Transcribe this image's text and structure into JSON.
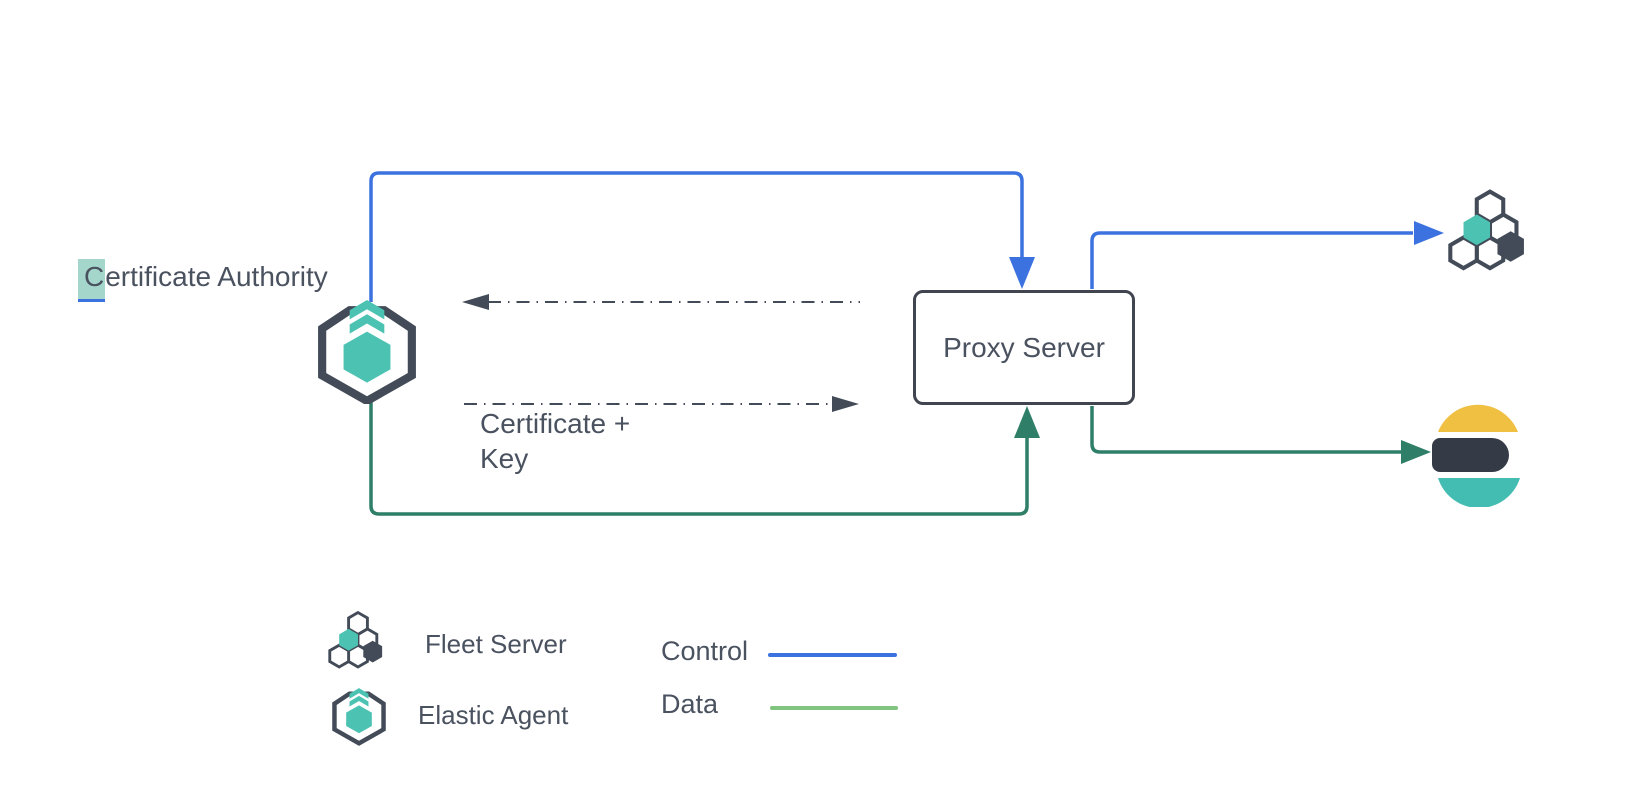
{
  "canvas": {
    "nodes": {
      "certificate_authority": {
        "highlighted_char": "C",
        "label_rest": "ertificate Authority"
      },
      "proxy_server": {
        "label": "Proxy Server"
      }
    },
    "connection_label": {
      "line1": "Certificate +",
      "line2": "Key"
    },
    "icons": {
      "elastic_agent": "elastic-agent-icon",
      "fleet_server": "fleet-server-icon",
      "elasticsearch": "elasticsearch-icon"
    },
    "legend": {
      "fleet_server_label": "Fleet Server",
      "elastic_agent_label": "Elastic Agent",
      "control_label": "Control",
      "data_label": "Data"
    }
  },
  "colors": {
    "control": "#3b72e0",
    "data": "#2f7e68",
    "data-legend": "#7fc57f",
    "teal": "#4bc2b2",
    "slate": "#424b57",
    "text": "#4a5260",
    "border": "#40454f",
    "highlight": "#a5d6cb",
    "es-yellow": "#f0c043",
    "es-dark": "#343b47",
    "es-teal": "#43bdb2"
  }
}
